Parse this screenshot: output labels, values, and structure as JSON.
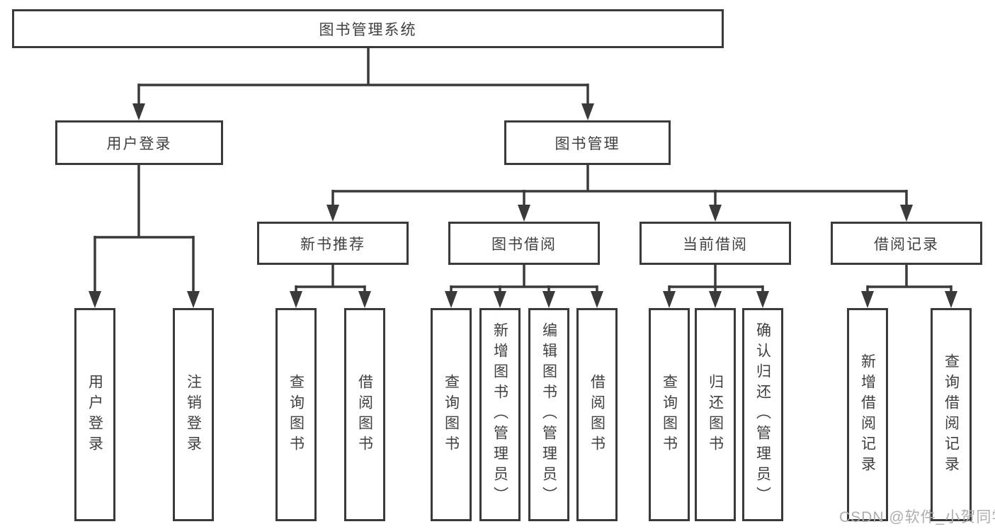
{
  "diagram": {
    "title": "图书管理系统",
    "nodes": {
      "root": "图书管理系统",
      "user_login": "用户登录",
      "book_mgmt": "图书管理",
      "new_book_rec": "新书推荐",
      "book_borrow": "图书借阅",
      "current_borrow": "当前借阅",
      "borrow_record": "借阅记录",
      "leaf_user_login": "用户登录",
      "leaf_logout": "注销登录",
      "leaf_query_book_a": "查询图书",
      "leaf_borrow_book_a": "借阅图书",
      "leaf_query_book_b": "查询图书",
      "leaf_add_book": "新增图书（管理员）",
      "leaf_edit_book": "编辑图书（管理员）",
      "leaf_borrow_book_b": "借阅图书",
      "leaf_query_book_c": "查询图书",
      "leaf_return_book": "归还图书",
      "leaf_confirm_return": "确认归还（管理员）",
      "leaf_add_record": "新增借阅记录",
      "leaf_query_record": "查询借阅记录"
    },
    "tree": {
      "图书管理系统": {
        "用户登录": [
          "用户登录",
          "注销登录"
        ],
        "图书管理": {
          "新书推荐": [
            "查询图书",
            "借阅图书"
          ],
          "图书借阅": [
            "查询图书",
            "新增图书（管理员）",
            "编辑图书（管理员）",
            "借阅图书"
          ],
          "当前借阅": [
            "查询图书",
            "归还图书",
            "确认归还（管理员）"
          ],
          "借阅记录": [
            "新增借阅记录",
            "查询借阅记录"
          ]
        }
      }
    },
    "colors": {
      "line": "#3a3a3a",
      "text": "#404040",
      "background": "#ffffff",
      "watermark_text": "#adadad"
    }
  },
  "watermark": "CSDN @软件_小贺同学"
}
